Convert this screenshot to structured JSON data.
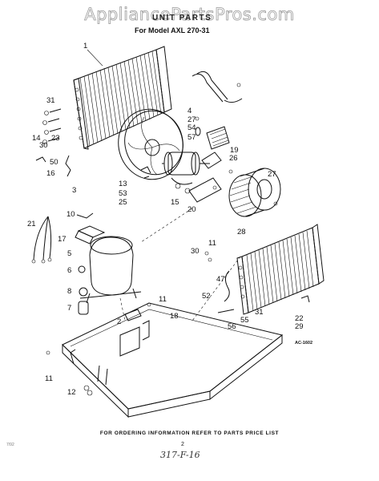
{
  "watermark": "AppliancePartsPros.com",
  "header": {
    "title": "UNIT PARTS",
    "subtitle": "For Model AXL 270-31"
  },
  "ref_code": "AC-1602",
  "footer": {
    "ordering_note": "FOR ORDERING INFORMATION REFER TO PARTS PRICE LIST",
    "page_number": "2",
    "handwritten_note": "317-F-16",
    "corner_code": "7/92"
  },
  "callouts": {
    "p1": "1",
    "p2": "2",
    "p3": "3",
    "p4": "4",
    "p5": "5",
    "p6": "6",
    "p7": "7",
    "p8": "8",
    "p10": "10",
    "p11a": "11",
    "p11b": "11",
    "p11c": "11",
    "p12": "12",
    "p13": "13",
    "p14": "14",
    "p15": "15",
    "p16": "16",
    "p17": "17",
    "p18": "18",
    "p19": "19",
    "p20": "20",
    "p21": "21",
    "p22": "22",
    "p23": "23",
    "p25": "25",
    "p26": "26",
    "p27a": "27",
    "p27b": "27",
    "p28": "28",
    "p29": "29",
    "p30a": "30",
    "p30b": "30",
    "p31a": "31",
    "p31b": "31",
    "p47": "47",
    "p50": "50",
    "p52": "52",
    "p53": "53",
    "p54": "54",
    "p55": "55",
    "p56": "56",
    "p57": "57"
  }
}
